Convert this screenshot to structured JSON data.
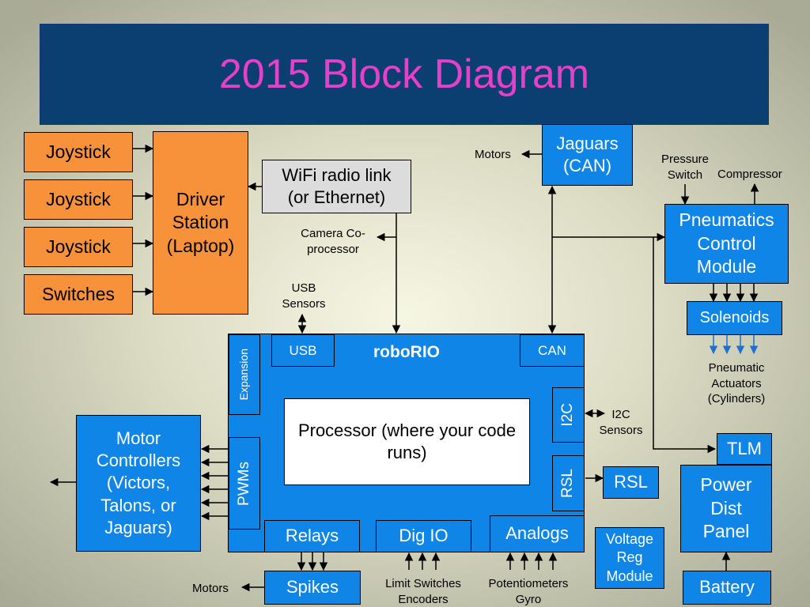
{
  "title": "2015 Block Diagram",
  "inputs": {
    "joystick1": "Joystick",
    "joystick2": "Joystick",
    "joystick3": "Joystick",
    "switches": "Switches"
  },
  "driver_station": "Driver Station (Laptop)",
  "wifi": "WiFi radio link (or Ethernet)",
  "camera": "Camera Co-processor",
  "usb_sensors": "USB Sensors",
  "motors_top": "Motors",
  "jaguars_can": "Jaguars (CAN)",
  "pressure_switch": "Pressure Switch",
  "compressor": "Compressor",
  "pcm": "Pneumatics Control Module",
  "solenoids": "Solenoids",
  "pneumatic_actuators": "Pneumatic Actuators (Cylinders)",
  "roborio": {
    "title": "roboRIO",
    "usb": "USB",
    "can": "CAN",
    "expansion": "Expansion",
    "pwms": "PWMs",
    "i2c": "I2C",
    "rsl": "RSL",
    "relays": "Relays",
    "dig_io": "Dig IO",
    "analogs": "Analogs",
    "processor": "Processor (where your code runs)"
  },
  "i2c_sensors": "I2C Sensors",
  "rsl_light": "RSL",
  "motor_controllers": "Motor Controllers (Victors, Talons, or Jaguars)",
  "tlm": "TLM",
  "pdp": "Power Dist Panel",
  "vrm": "Voltage Reg Module",
  "battery": "Battery",
  "spikes": "Spikes",
  "motors_bottom": "Motors",
  "limit_switches": "Limit Switches Encoders",
  "potentiometers": "Potentiometers Gyro",
  "colors": {
    "title_bg": "#0b3f72",
    "title_text": "#e83fc8",
    "orange": "#f7923b",
    "blue": "#0f85e8",
    "pneumatic_arrows": "#1f6fd1"
  }
}
